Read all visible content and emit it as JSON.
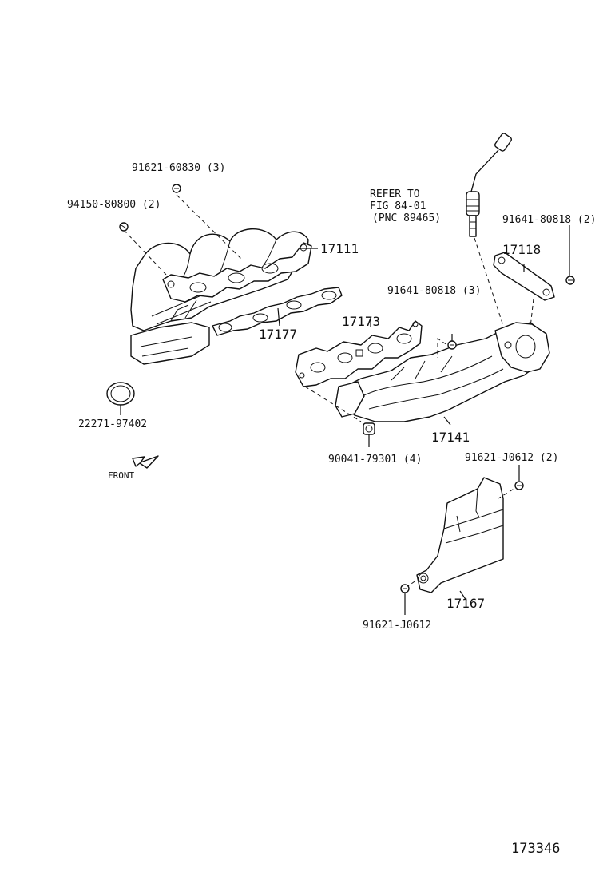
{
  "labels": {
    "p_91621_60830": "91621-60830 (3)",
    "p_94150_80800": "94150-80800 (2)",
    "p_17111": "17111",
    "p_17177": "17177",
    "p_22271_97402": "22271-97402",
    "p_front": "FRONT",
    "p_refer_1": "REFER TO",
    "p_refer_2": "FIG 84-01",
    "p_refer_3": "(PNC 89465)",
    "p_91641_80818_2": "91641-80818 (2)",
    "p_17118": "17118",
    "p_91641_80818_3": "91641-80818 (3)",
    "p_17173": "17173",
    "p_17141": "17141",
    "p_90041_79301": "90041-79301 (4)",
    "p_91621_J0612_2": "91621-J0612 (2)",
    "p_17167": "17167",
    "p_91621_J0612": "91621-J0612",
    "figure_number": "173346"
  },
  "icons": {
    "bolt": "bolt-icon",
    "nut": "nut-icon",
    "front_arrow": "front-arrow-icon"
  }
}
